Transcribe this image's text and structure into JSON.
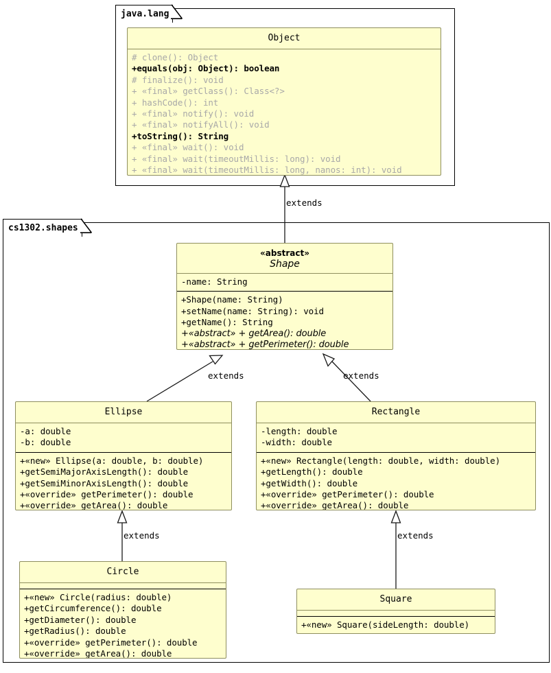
{
  "diagram": {
    "type": "uml-class-diagram",
    "packages": [
      {
        "id": "java-lang",
        "label": "java.lang"
      },
      {
        "id": "cs1302-shapes",
        "label": "cs1302.shapes"
      }
    ],
    "classes": [
      {
        "id": "object",
        "name": "Object",
        "stereotype": null,
        "abstract": false,
        "package": "java.lang",
        "attributes": [],
        "methods": [
          {
            "text": "# clone(): Object",
            "style": "dim"
          },
          {
            "text": "+equals(obj: Object): boolean",
            "style": "bold"
          },
          {
            "text": "# finalize(): void",
            "style": "dim"
          },
          {
            "text": "+ «final» getClass(): Class<?>",
            "style": "dim"
          },
          {
            "text": "+ hashCode(): int",
            "style": "dim"
          },
          {
            "text": "+ «final» notify(): void",
            "style": "dim"
          },
          {
            "text": "+ «final» notifyAll(): void",
            "style": "dim"
          },
          {
            "text": "+toString(): String",
            "style": "bold"
          },
          {
            "text": "+ «final» wait(): void",
            "style": "dim"
          },
          {
            "text": "+ «final» wait(timeoutMillis: long): void",
            "style": "dim"
          },
          {
            "text": "+ «final» wait(timeoutMillis: long, nanos: int): void",
            "style": "dim"
          }
        ]
      },
      {
        "id": "shape",
        "name": "Shape",
        "stereotype": "«abstract»",
        "abstract": true,
        "package": "cs1302.shapes",
        "attributes": [
          {
            "text": "-name: String",
            "style": "plain"
          }
        ],
        "methods": [
          {
            "text": "+Shape(name: String)",
            "style": "plain"
          },
          {
            "text": "+setName(name: String): void",
            "style": "plain"
          },
          {
            "text": "+getName(): String",
            "style": "plain"
          },
          {
            "text": "+«abstract» + getArea(): double",
            "style": "ital"
          },
          {
            "text": "+«abstract» + getPerimeter(): double",
            "style": "ital"
          }
        ]
      },
      {
        "id": "ellipse",
        "name": "Ellipse",
        "stereotype": null,
        "abstract": false,
        "package": "cs1302.shapes",
        "attributes": [
          {
            "text": "-a: double",
            "style": "plain"
          },
          {
            "text": "-b: double",
            "style": "plain"
          }
        ],
        "methods": [
          {
            "text": "+«new» Ellipse(a: double, b: double)",
            "style": "plain"
          },
          {
            "text": "+getSemiMajorAxisLength(): double",
            "style": "plain"
          },
          {
            "text": "+getSemiMinorAxisLength(): double",
            "style": "plain"
          },
          {
            "text": "+«override» getPerimeter(): double",
            "style": "plain"
          },
          {
            "text": "+«override» getArea(): double",
            "style": "plain"
          }
        ]
      },
      {
        "id": "rectangle",
        "name": "Rectangle",
        "stereotype": null,
        "abstract": false,
        "package": "cs1302.shapes",
        "attributes": [
          {
            "text": "-length: double",
            "style": "plain"
          },
          {
            "text": "-width: double",
            "style": "plain"
          }
        ],
        "methods": [
          {
            "text": "+«new» Rectangle(length: double, width: double)",
            "style": "plain"
          },
          {
            "text": "+getLength(): double",
            "style": "plain"
          },
          {
            "text": "+getWidth(): double",
            "style": "plain"
          },
          {
            "text": "+«override» getPerimeter(): double",
            "style": "plain"
          },
          {
            "text": "+«override» getArea(): double",
            "style": "plain"
          }
        ]
      },
      {
        "id": "circle",
        "name": "Circle",
        "stereotype": null,
        "abstract": false,
        "package": "cs1302.shapes",
        "attributes": [],
        "methods": [
          {
            "text": "+«new» Circle(radius: double)",
            "style": "plain"
          },
          {
            "text": "+getCircumference(): double",
            "style": "plain"
          },
          {
            "text": "+getDiameter(): double",
            "style": "plain"
          },
          {
            "text": "+getRadius(): double",
            "style": "plain"
          },
          {
            "text": "+«override» getPerimeter(): double",
            "style": "plain"
          },
          {
            "text": "+«override» getArea(): double",
            "style": "plain"
          }
        ]
      },
      {
        "id": "square",
        "name": "Square",
        "stereotype": null,
        "abstract": false,
        "package": "cs1302.shapes",
        "attributes": [],
        "methods": [
          {
            "text": "+«new» Square(sideLength: double)",
            "style": "plain"
          }
        ]
      }
    ],
    "relationships": [
      {
        "from": "shape",
        "to": "object",
        "kind": "generalization",
        "label": "extends"
      },
      {
        "from": "ellipse",
        "to": "shape",
        "kind": "generalization",
        "label": "extends"
      },
      {
        "from": "rectangle",
        "to": "shape",
        "kind": "generalization",
        "label": "extends"
      },
      {
        "from": "circle",
        "to": "ellipse",
        "kind": "generalization",
        "label": "extends"
      },
      {
        "from": "square",
        "to": "rectangle",
        "kind": "generalization",
        "label": "extends"
      }
    ],
    "colors": {
      "class_fill": "#FEFECE",
      "class_border": "#8E8E5E",
      "package_border": "#000000",
      "text": "#000000",
      "dim_text": "#A8A8A8",
      "background": "#FFFFFF"
    }
  }
}
